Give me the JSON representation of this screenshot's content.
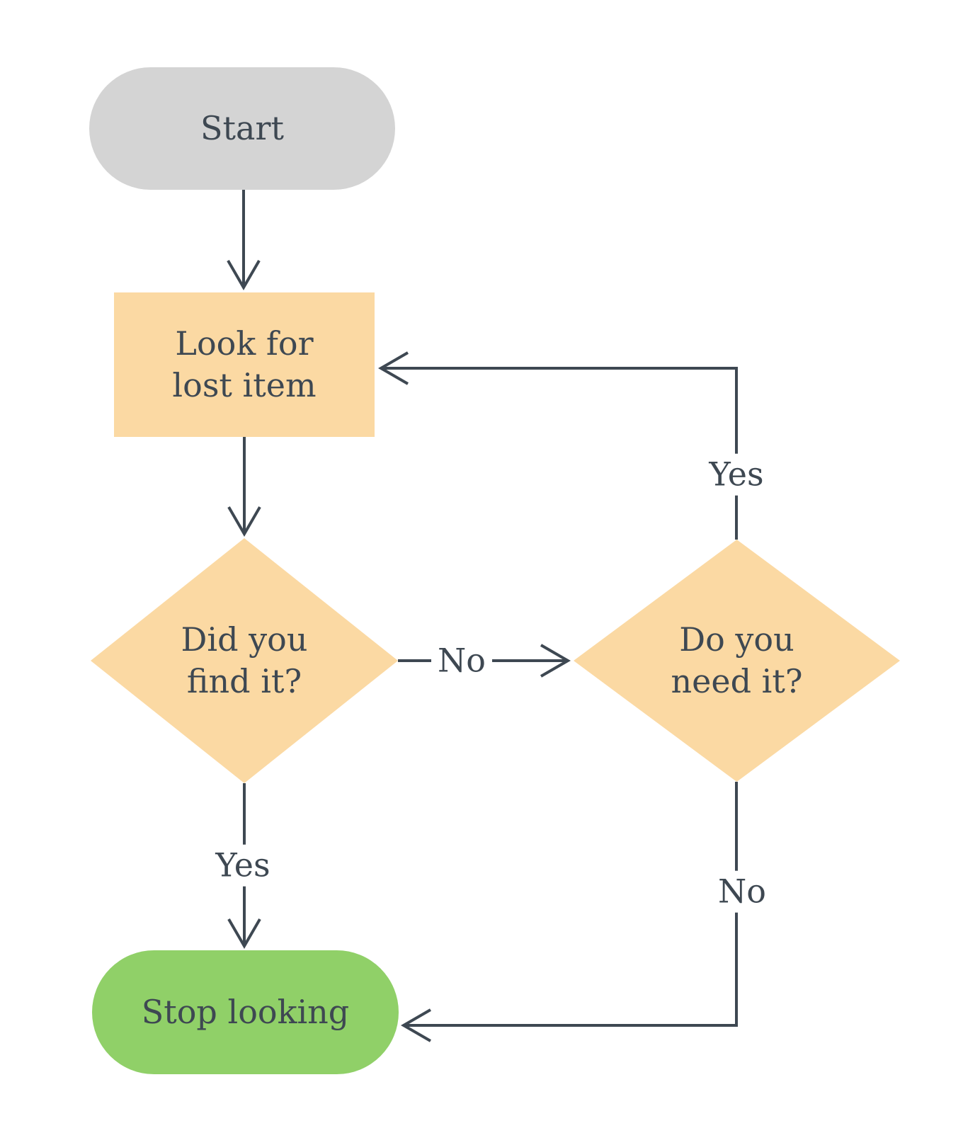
{
  "flowchart": {
    "nodes": {
      "start": {
        "type": "terminator",
        "label": "Start",
        "fill": "#d4d4d4"
      },
      "look_for_lost_item": {
        "type": "process",
        "lines": [
          "Look for",
          "lost item"
        ],
        "fill": "#fbd9a3"
      },
      "did_you_find_it": {
        "type": "decision",
        "lines": [
          "Did you",
          "find it?"
        ],
        "fill": "#fbd9a3"
      },
      "do_you_need_it": {
        "type": "decision",
        "lines": [
          "Do you",
          "need it?"
        ],
        "fill": "#fbd9a3"
      },
      "stop_looking": {
        "type": "terminator",
        "label": "Stop looking",
        "fill": "#90d068"
      }
    },
    "edges": [
      {
        "from": "start",
        "to": "look_for_lost_item",
        "label": ""
      },
      {
        "from": "look_for_lost_item",
        "to": "did_you_find_it",
        "label": ""
      },
      {
        "from": "did_you_find_it",
        "to": "do_you_need_it",
        "label": "No"
      },
      {
        "from": "do_you_need_it",
        "to": "look_for_lost_item",
        "label": "Yes"
      },
      {
        "from": "did_you_find_it",
        "to": "stop_looking",
        "label": "Yes"
      },
      {
        "from": "do_you_need_it",
        "to": "stop_looking",
        "label": "No"
      }
    ],
    "colors": {
      "connector": "#3e4852",
      "text": "#3e4852",
      "background": "#ffffff",
      "terminator_start_fill": "#d4d4d4",
      "process_fill": "#fbd9a3",
      "decision_fill": "#fbd9a3",
      "terminator_end_fill": "#90d068"
    }
  }
}
